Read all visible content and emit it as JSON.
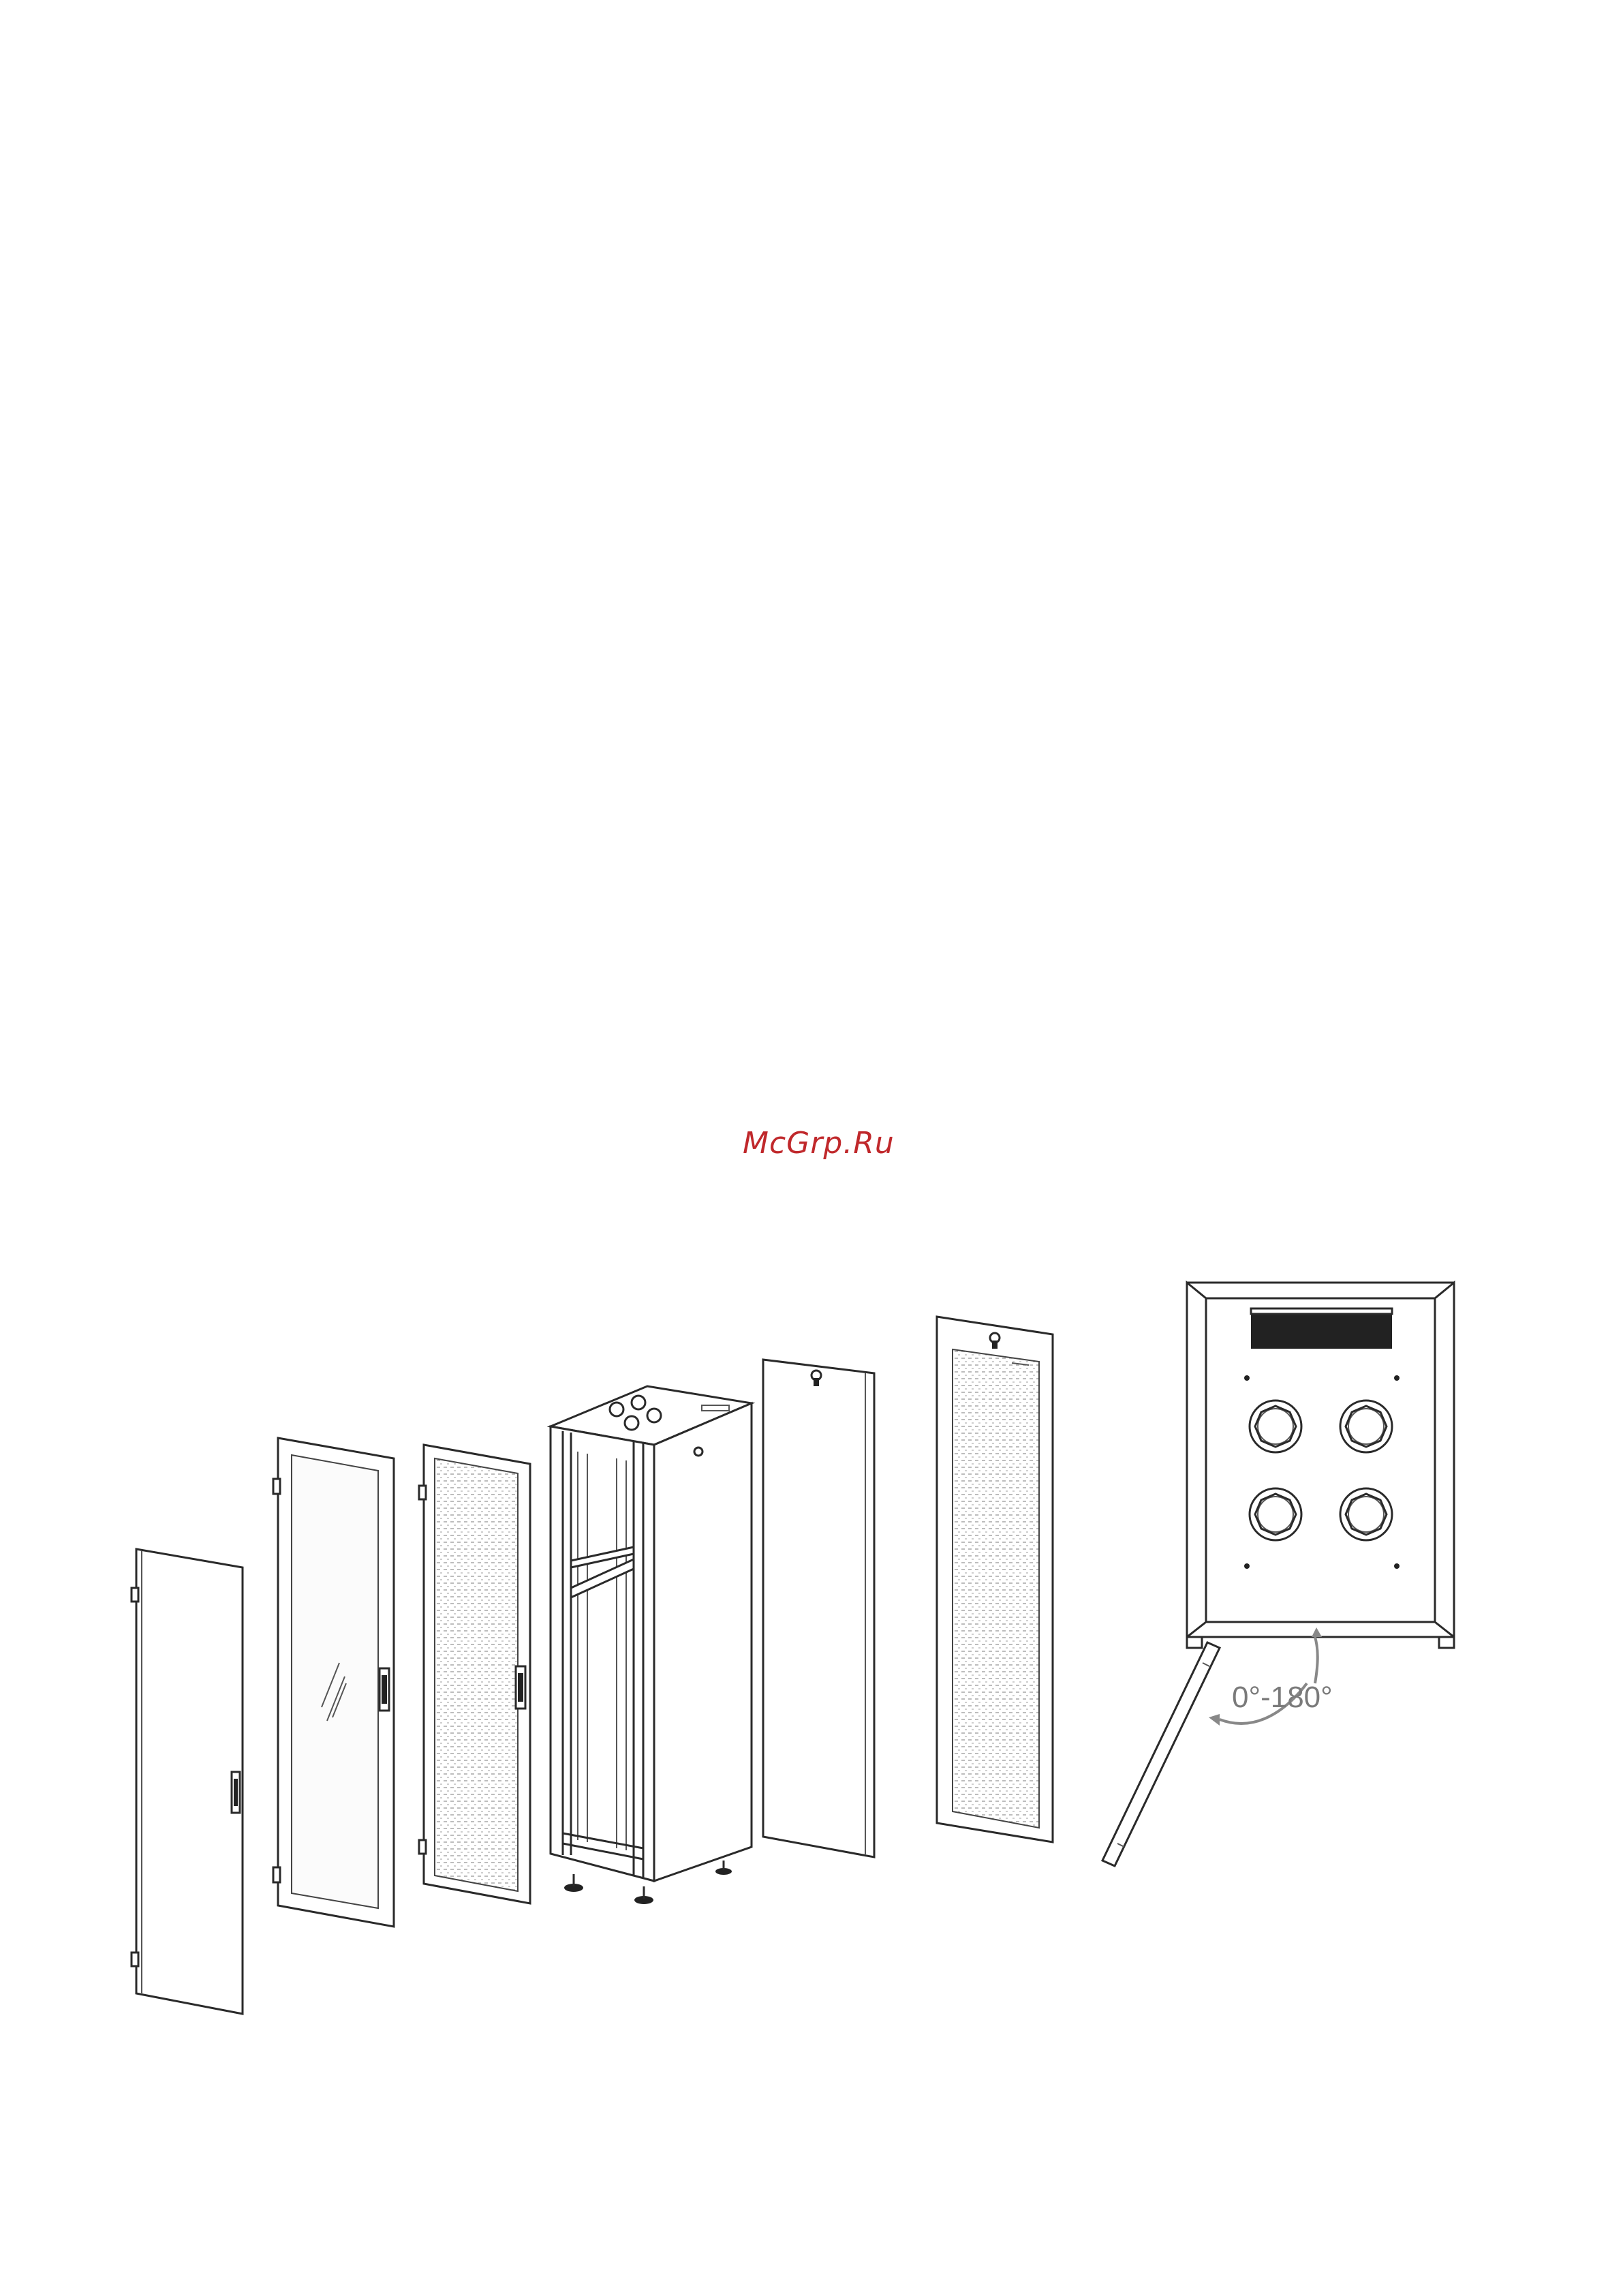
{
  "watermark": {
    "text": "McGrp.Ru",
    "color": "#c0282b"
  },
  "rotation": {
    "label": "0°-180°",
    "color": "#7a7a7a"
  },
  "components": [
    "solid-front-door",
    "glass-front-door",
    "perforated-front-door",
    "cabinet-frame",
    "side-panel",
    "perforated-rear-door",
    "top-view-fan-panel"
  ]
}
